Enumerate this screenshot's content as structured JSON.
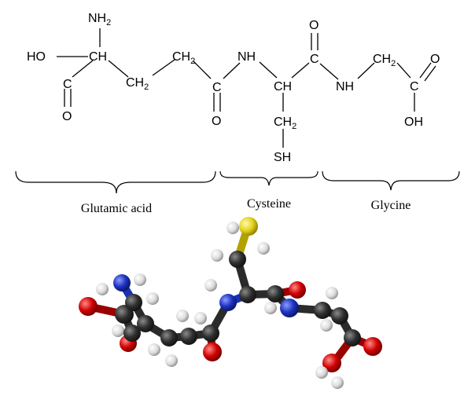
{
  "structural_formula": {
    "labels": {
      "nh2_top": "NH",
      "nh2_sub": "2",
      "ho_left": "HO",
      "ch_alpha_glu": "CH",
      "c_carboxyl_glu": "C",
      "o_carboxyl_glu": "O",
      "ch2_upper": "CH",
      "ch2_upper_sub": "2",
      "ch2_lower": "CH",
      "ch2_lower_sub": "2",
      "c_amide_glu": "C",
      "o_amide_glu": "O",
      "nh_peptide_1": "NH",
      "ch_alpha_cys": "CH",
      "ch2_cys": "CH",
      "ch2_cys_sub": "2",
      "sh_cys": "SH",
      "c_amide_cys": "C",
      "o_amide_cys": "O",
      "nh_peptide_2": "NH",
      "ch2_gly": "CH",
      "ch2_gly_sub": "2",
      "c_carboxyl_gly": "C",
      "o_carboxyl_gly": "O",
      "oh_gly": "OH"
    }
  },
  "regions": {
    "glutamic": "Glutamic acid",
    "cysteine": "Cysteine",
    "glycine": "Glycine"
  },
  "model_colors": {
    "carbon": "#2b2b2b",
    "oxygen": "#d40000",
    "nitrogen": "#1a2fb8",
    "sulfur": "#e3d21a",
    "hydrogen": "#e6e6e6"
  }
}
